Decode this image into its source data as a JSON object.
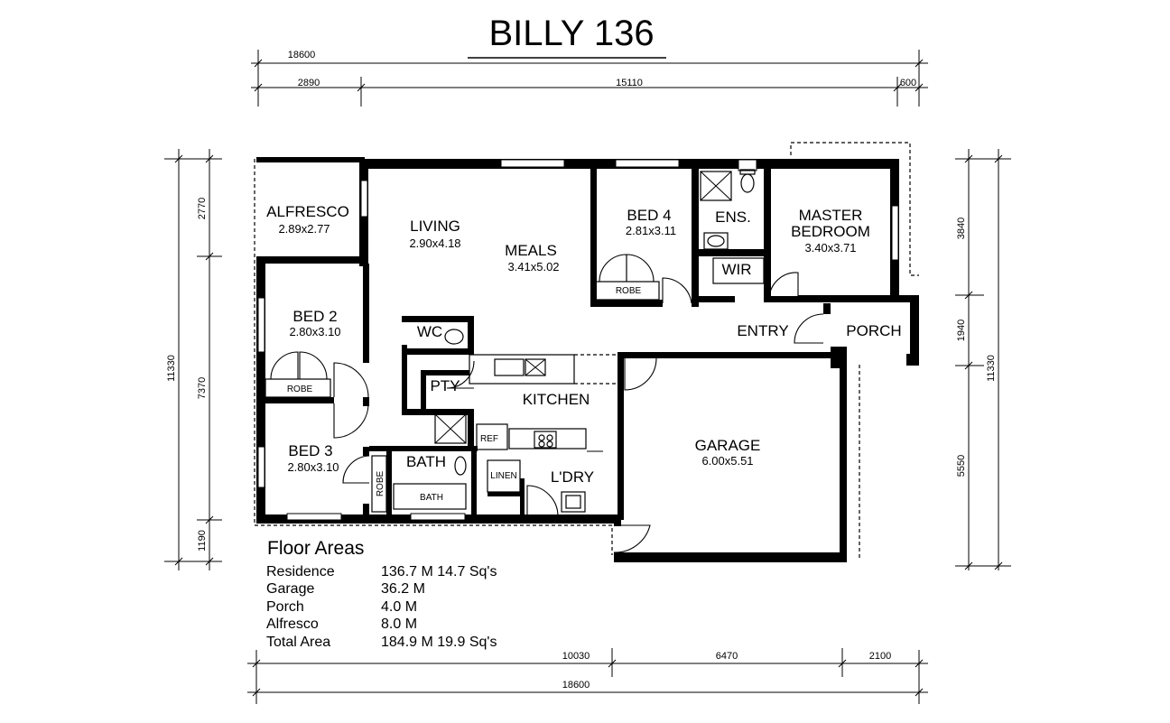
{
  "title": "BILLY 136",
  "dimensions": {
    "top_overall": "18600",
    "top_left": "2890",
    "top_mid": "15110",
    "top_right": "600",
    "left_top": "2770",
    "left_mid": "7370",
    "left_bottom": "1190",
    "left_overall": "11330",
    "right_top": "3840",
    "right_mid": "1940",
    "right_bottom": "5550",
    "right_overall": "11330",
    "bottom_left": "10030",
    "bottom_mid": "6470",
    "bottom_right": "2100",
    "bottom_overall": "18600"
  },
  "rooms": {
    "alfresco": {
      "name": "ALFRESCO",
      "size": "2.89x2.77"
    },
    "living": {
      "name": "LIVING",
      "size": "2.90x4.18"
    },
    "meals": {
      "name": "MEALS",
      "size": "3.41x5.02"
    },
    "bed4": {
      "name": "BED 4",
      "size": "2.81x3.11"
    },
    "ens": {
      "name": "ENS."
    },
    "master": {
      "name_line1": "MASTER",
      "name_line2": "BEDROOM",
      "size": "3.40x3.71"
    },
    "wir": {
      "name": "WIR"
    },
    "robe_bed4": {
      "name": "ROBE"
    },
    "bed2": {
      "name": "BED 2",
      "size": "2.80x3.10"
    },
    "robe_bed2": {
      "name": "ROBE"
    },
    "wc": {
      "name": "WC"
    },
    "pty": {
      "name": "PTY"
    },
    "kitchen": {
      "name": "KITCHEN"
    },
    "entry": {
      "name": "ENTRY"
    },
    "porch": {
      "name": "PORCH"
    },
    "garage": {
      "name": "GARAGE",
      "size": "6.00x5.51"
    },
    "bed3": {
      "name": "BED 3",
      "size": "2.80x3.10"
    },
    "robe_bed3": {
      "name": "ROBE"
    },
    "bath": {
      "name": "BATH"
    },
    "bath_tub": {
      "name": "BATH"
    },
    "ref": {
      "name": "REF"
    },
    "linen": {
      "name": "LINEN"
    },
    "ldry": {
      "name": "L'DRY"
    }
  },
  "floor_areas": {
    "title": "Floor Areas",
    "rows": [
      {
        "label": "Residence",
        "value": "136.7 M 14.7 Sq's"
      },
      {
        "label": "Garage",
        "value": "36.2 M"
      },
      {
        "label": "Porch",
        "value": "4.0 M"
      },
      {
        "label": "Alfresco",
        "value": "8.0 M"
      },
      {
        "label": "Total Area",
        "value": "184.9 M 19.9 Sq's"
      }
    ]
  }
}
